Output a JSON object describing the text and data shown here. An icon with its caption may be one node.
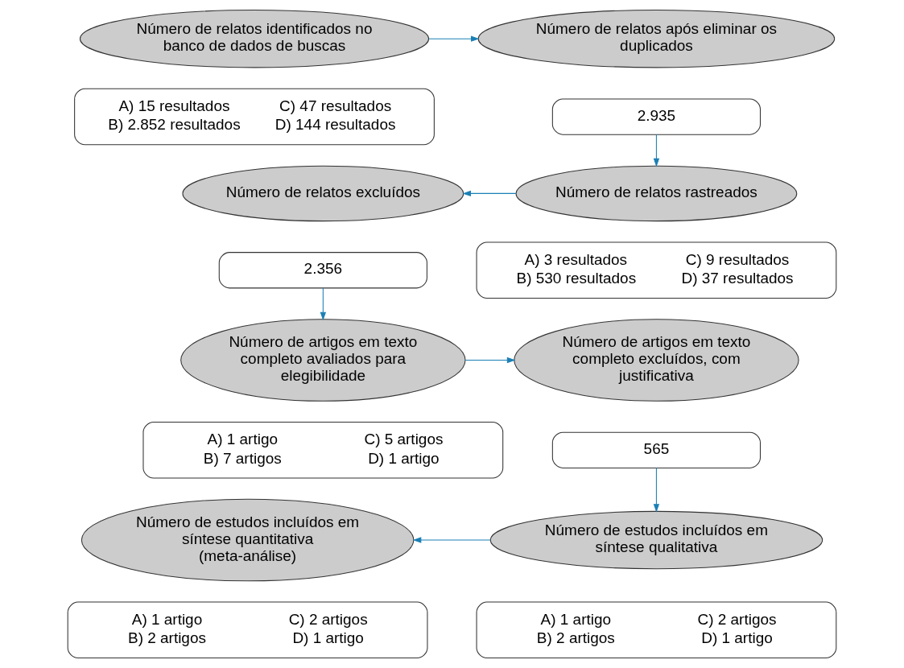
{
  "diagram": {
    "nodes": [
      {
        "text": [
          "Número de relatos identificados no banco de dados de buscas"
        ]
      },
      {
        "text": [
          "A) 15 resultados",
          "B) 2.852 resultados",
          "C) 47 resultados",
          "D) 144 resultados"
        ]
      },
      {
        "text": [
          "Número de relatos após eliminar os duplicados"
        ]
      },
      {
        "text": [
          "2.935"
        ]
      },
      {
        "text": [
          "Número de relatos excluídos"
        ]
      },
      {
        "text": [
          "2.356"
        ]
      },
      {
        "text": [
          "Número de relatos rastreados"
        ]
      },
      {
        "text": [
          "A) 3 resultados",
          "B) 530 resultados",
          "C) 9 resultados",
          "D) 37 resultados"
        ]
      },
      {
        "text": [
          "Número de artigos em texto completo avaliados para elegibilidade"
        ]
      },
      {
        "text": [
          "A) 1 artigo",
          "B) 7 artigos",
          "C) 5 artigos",
          "D) 1 artigo"
        ]
      },
      {
        "text": [
          "Número de artigos em texto completo excluídos, com justificativa"
        ]
      },
      {
        "text": [
          "565"
        ]
      },
      {
        "text": [
          "Número de estudos incluídos em síntese quantitativa (meta-análise)"
        ]
      },
      {
        "text": [
          "A) 1 artigo",
          "B) 2 artigos",
          "C) 2 artigos",
          "D) 1 artigo"
        ]
      },
      {
        "text": [
          "Número de estudos incluídos em síntese qualitativa"
        ]
      },
      {
        "text": [
          "A) 1 artigo",
          "B) 2 artigos",
          "C) 2 artigos",
          "D) 1 artigo"
        ]
      }
    ],
    "edges": [
      {
        "from": 0,
        "to": 2,
        "arrow": "to"
      },
      {
        "from": 3,
        "to": 6,
        "arrow": "to"
      },
      {
        "from": 6,
        "to": 4,
        "arrow": "to"
      },
      {
        "from": 5,
        "to": 8,
        "arrow": "to"
      },
      {
        "from": 8,
        "to": 10,
        "arrow": "to"
      },
      {
        "from": 11,
        "to": 14,
        "arrow": "to"
      },
      {
        "from": 14,
        "to": 12,
        "arrow": "to"
      }
    ]
  }
}
